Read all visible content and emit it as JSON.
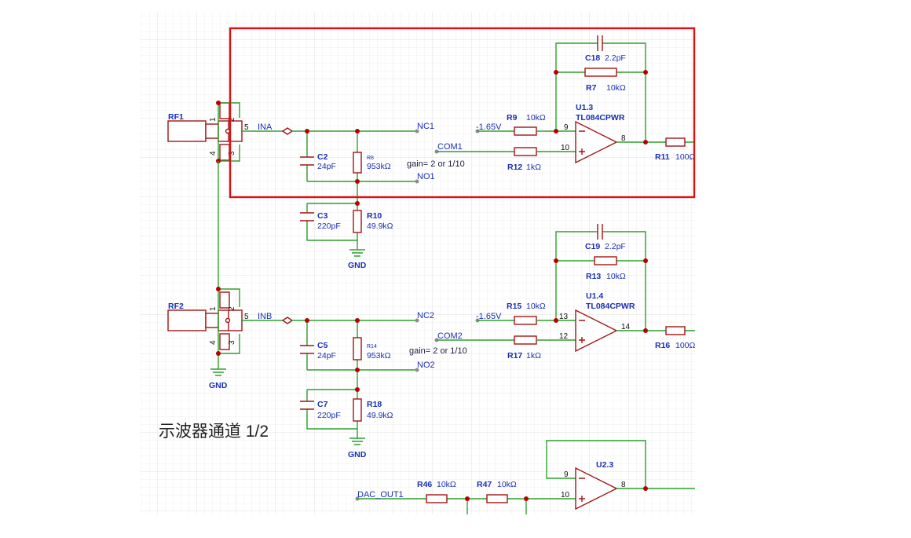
{
  "title": "示波器通道 1/2",
  "connectors": {
    "rf1": "RF1",
    "rf2": "RF2",
    "pins": [
      "1",
      "2",
      "3",
      "4",
      "5"
    ]
  },
  "nets": {
    "ina": "INA",
    "inb": "INB",
    "nc1": "NC1",
    "no1": "NO1",
    "com1": "COM1",
    "nc2": "NC2",
    "no2": "NO2",
    "com2": "COM2",
    "neg1": "-1.65V",
    "neg2": "-1.65V",
    "dac": "DAC_OUT1",
    "gnd": "GND"
  },
  "gain_notes": [
    "gain= 2 or 1/10",
    "gain= 2 or 1/10"
  ],
  "components": {
    "c2": {
      "ref": "C2",
      "value": "24pF"
    },
    "r8": {
      "ref": "R8",
      "value": "953kΩ"
    },
    "c3": {
      "ref": "C3",
      "value": "220pF"
    },
    "r10": {
      "ref": "R10",
      "value": "49.9kΩ"
    },
    "c5": {
      "ref": "C5",
      "value": "24pF"
    },
    "r14": {
      "ref": "R14",
      "value": "953kΩ"
    },
    "c7": {
      "ref": "C7",
      "value": "220pF"
    },
    "r18": {
      "ref": "R18",
      "value": "49.9kΩ"
    },
    "r9": {
      "ref": "R9",
      "value": "10kΩ"
    },
    "r12": {
      "ref": "R12",
      "value": "1kΩ"
    },
    "r7": {
      "ref": "R7",
      "value": "10kΩ"
    },
    "c18": {
      "ref": "C18",
      "value": "2.2pF"
    },
    "r11": {
      "ref": "R11",
      "value": "100Ω"
    },
    "r15": {
      "ref": "R15",
      "value": "10kΩ"
    },
    "r17": {
      "ref": "R17",
      "value": "1kΩ"
    },
    "r13": {
      "ref": "R13",
      "value": "10kΩ"
    },
    "c19": {
      "ref": "C19",
      "value": "2.2pF"
    },
    "r16": {
      "ref": "R16",
      "value": "100Ω"
    },
    "r46": {
      "ref": "R46",
      "value": "10kΩ"
    },
    "r47": {
      "ref": "R47",
      "value": "10kΩ"
    }
  },
  "opamps": {
    "u13": {
      "ref": "U1.3",
      "part": "TL084CPWR",
      "pin_neg": "9",
      "pin_pos": "10",
      "pin_out": "8"
    },
    "u14": {
      "ref": "U1.4",
      "part": "TL084CPWR",
      "pin_neg": "13",
      "pin_pos": "12",
      "pin_out": "14"
    },
    "u23": {
      "ref": "U2.3",
      "pin_neg": "9",
      "pin_pos": "10",
      "pin_out": "8"
    }
  },
  "colors": {
    "wire": "#2ea12e",
    "component": "#a31414",
    "label": "#1a2fb8",
    "highlight": "#e01010",
    "grid": "#e6e6e6"
  }
}
